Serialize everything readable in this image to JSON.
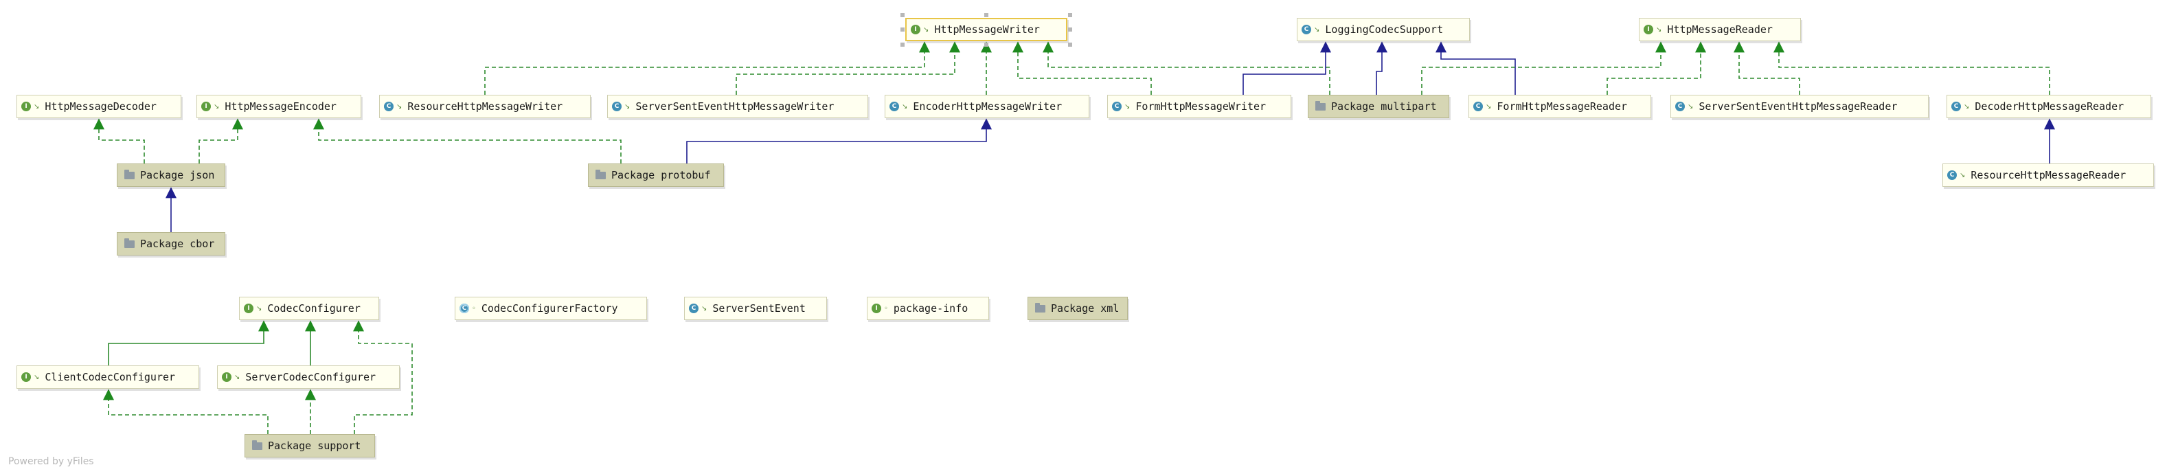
{
  "colors": {
    "realization": "#2e8b2e",
    "inheritance": "#1f1f8f",
    "node_bg": "#fffff0",
    "package_bg": "#d6d6b4",
    "selected_border": "#e8c547"
  },
  "nodes": [
    {
      "id": "HttpMessageWriter",
      "label": "HttpMessageWriter",
      "kind": "interface",
      "selected": true
    },
    {
      "id": "LoggingCodecSupport",
      "label": "LoggingCodecSupport",
      "kind": "class"
    },
    {
      "id": "HttpMessageReader",
      "label": "HttpMessageReader",
      "kind": "interface"
    },
    {
      "id": "HttpMessageDecoder",
      "label": "HttpMessageDecoder",
      "kind": "interface"
    },
    {
      "id": "HttpMessageEncoder",
      "label": "HttpMessageEncoder",
      "kind": "interface"
    },
    {
      "id": "ResourceHttpMessageWriter",
      "label": "ResourceHttpMessageWriter",
      "kind": "class"
    },
    {
      "id": "ServerSentEventHttpMessageWriter",
      "label": "ServerSentEventHttpMessageWriter",
      "kind": "class"
    },
    {
      "id": "EncoderHttpMessageWriter",
      "label": "EncoderHttpMessageWriter",
      "kind": "class"
    },
    {
      "id": "FormHttpMessageWriter",
      "label": "FormHttpMessageWriter",
      "kind": "class"
    },
    {
      "id": "PkgMultipart",
      "label": "Package multipart",
      "kind": "package"
    },
    {
      "id": "FormHttpMessageReader",
      "label": "FormHttpMessageReader",
      "kind": "class"
    },
    {
      "id": "ServerSentEventHttpMessageReader",
      "label": "ServerSentEventHttpMessageReader",
      "kind": "class"
    },
    {
      "id": "DecoderHttpMessageReader",
      "label": "DecoderHttpMessageReader",
      "kind": "class"
    },
    {
      "id": "PkgJson",
      "label": "Package json",
      "kind": "package"
    },
    {
      "id": "PkgProtobuf",
      "label": "Package protobuf",
      "kind": "package"
    },
    {
      "id": "ResourceHttpMessageReader",
      "label": "ResourceHttpMessageReader",
      "kind": "class"
    },
    {
      "id": "PkgCbor",
      "label": "Package cbor",
      "kind": "package"
    },
    {
      "id": "CodecConfigurer",
      "label": "CodecConfigurer",
      "kind": "interface"
    },
    {
      "id": "CodecConfigurerFactory",
      "label": "CodecConfigurerFactory",
      "kind": "abstract-class"
    },
    {
      "id": "ServerSentEvent",
      "label": "ServerSentEvent",
      "kind": "class"
    },
    {
      "id": "PackageInfo",
      "label": "package-info",
      "kind": "file"
    },
    {
      "id": "PkgXml",
      "label": "Package xml",
      "kind": "package"
    },
    {
      "id": "ClientCodecConfigurer",
      "label": "ClientCodecConfigurer",
      "kind": "interface"
    },
    {
      "id": "ServerCodecConfigurer",
      "label": "ServerCodecConfigurer",
      "kind": "interface"
    },
    {
      "id": "PkgSupport",
      "label": "Package support",
      "kind": "package"
    }
  ],
  "edges": [
    {
      "from": "PkgJson",
      "to": "HttpMessageDecoder",
      "type": "realization"
    },
    {
      "from": "PkgJson",
      "to": "HttpMessageEncoder",
      "type": "realization"
    },
    {
      "from": "PkgCbor",
      "to": "PkgJson",
      "type": "inheritance"
    },
    {
      "from": "PkgProtobuf",
      "to": "HttpMessageEncoder",
      "type": "realization"
    },
    {
      "from": "PkgProtobuf",
      "to": "EncoderHttpMessageWriter",
      "type": "inheritance"
    },
    {
      "from": "ResourceHttpMessageWriter",
      "to": "HttpMessageWriter",
      "type": "realization"
    },
    {
      "from": "ServerSentEventHttpMessageWriter",
      "to": "HttpMessageWriter",
      "type": "realization"
    },
    {
      "from": "EncoderHttpMessageWriter",
      "to": "HttpMessageWriter",
      "type": "realization"
    },
    {
      "from": "FormHttpMessageWriter",
      "to": "HttpMessageWriter",
      "type": "realization"
    },
    {
      "from": "PkgMultipart",
      "to": "HttpMessageWriter",
      "type": "realization"
    },
    {
      "from": "FormHttpMessageWriter",
      "to": "LoggingCodecSupport",
      "type": "inheritance"
    },
    {
      "from": "PkgMultipart",
      "to": "LoggingCodecSupport",
      "type": "inheritance"
    },
    {
      "from": "FormHttpMessageReader",
      "to": "LoggingCodecSupport",
      "type": "inheritance"
    },
    {
      "from": "PkgMultipart",
      "to": "HttpMessageReader",
      "type": "realization"
    },
    {
      "from": "FormHttpMessageReader",
      "to": "HttpMessageReader",
      "type": "realization"
    },
    {
      "from": "ServerSentEventHttpMessageReader",
      "to": "HttpMessageReader",
      "type": "realization"
    },
    {
      "from": "DecoderHttpMessageReader",
      "to": "HttpMessageReader",
      "type": "realization"
    },
    {
      "from": "ResourceHttpMessageReader",
      "to": "DecoderHttpMessageReader",
      "type": "inheritance"
    },
    {
      "from": "ClientCodecConfigurer",
      "to": "CodecConfigurer",
      "type": "generalization"
    },
    {
      "from": "ServerCodecConfigurer",
      "to": "CodecConfigurer",
      "type": "generalization"
    },
    {
      "from": "PkgSupport",
      "to": "ClientCodecConfigurer",
      "type": "realization"
    },
    {
      "from": "PkgSupport",
      "to": "ServerCodecConfigurer",
      "type": "realization"
    },
    {
      "from": "PkgSupport",
      "to": "CodecConfigurer",
      "type": "realization"
    }
  ],
  "footer": "Powered by yFiles"
}
